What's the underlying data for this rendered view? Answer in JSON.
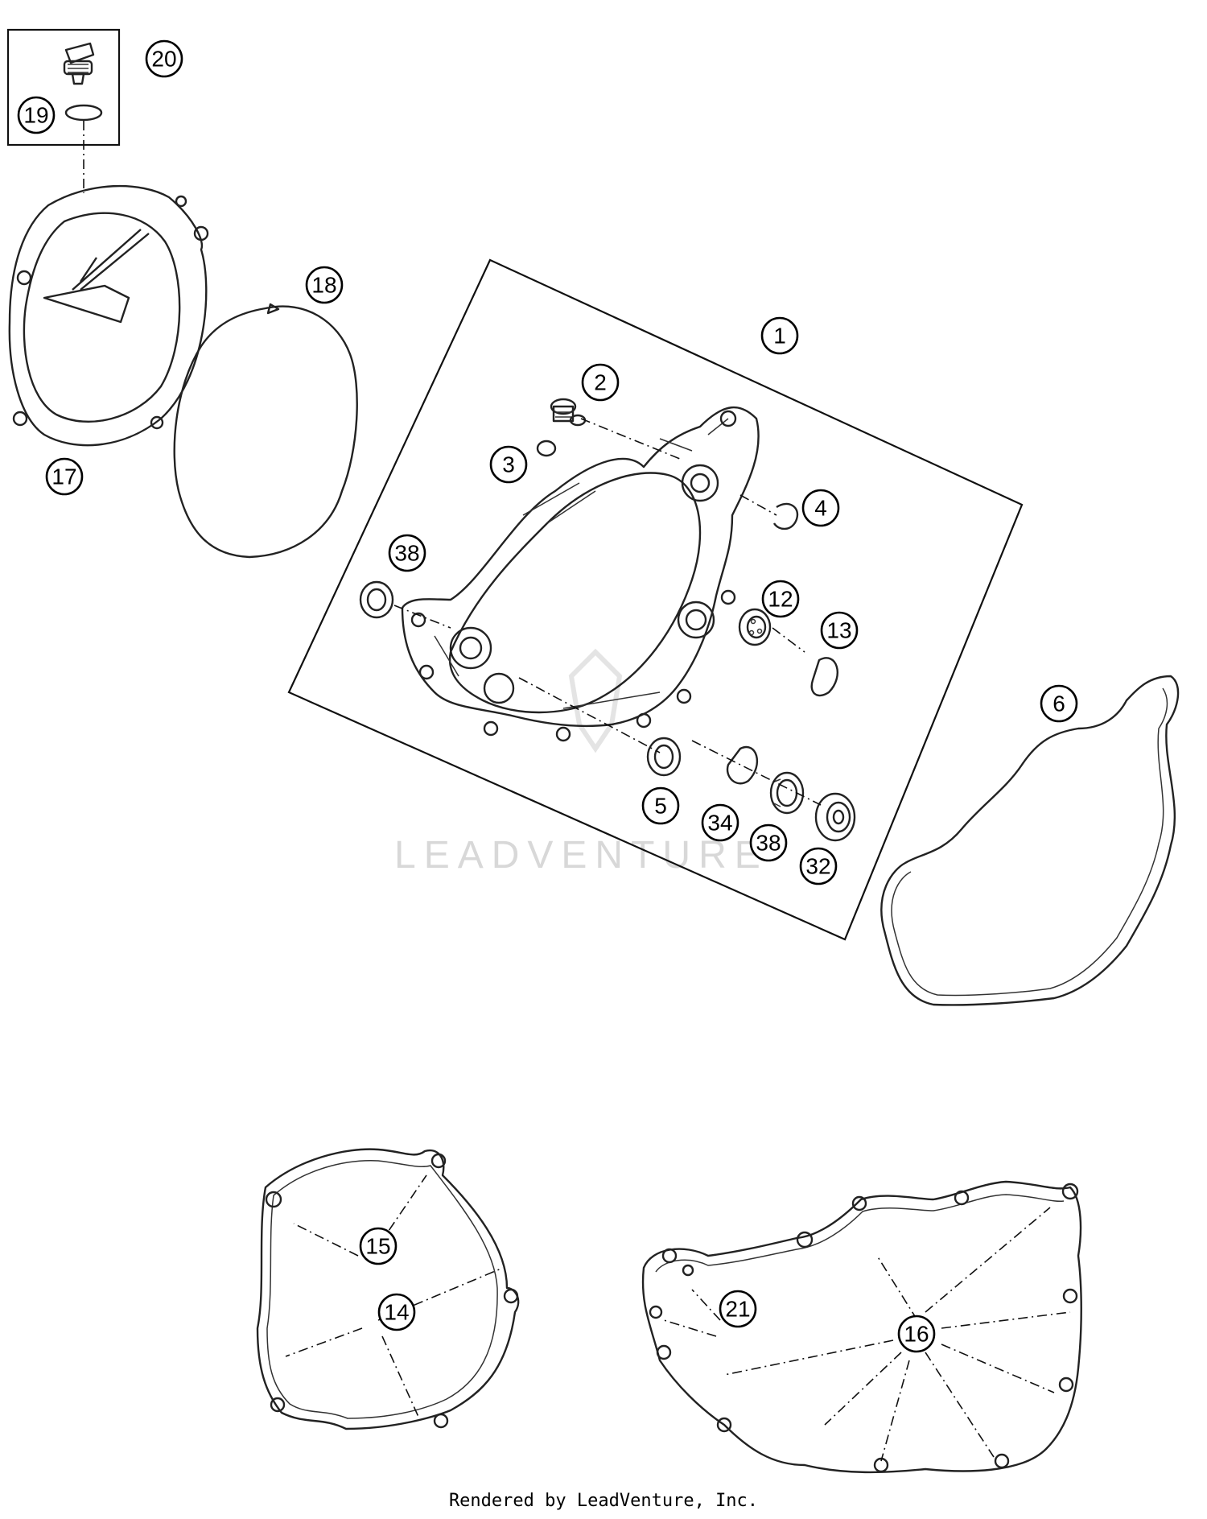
{
  "diagram": {
    "callouts": [
      "20",
      "19",
      "17",
      "18",
      "1",
      "2",
      "3",
      "4",
      "38",
      "12",
      "13",
      "6",
      "5",
      "34",
      "38",
      "32",
      "15",
      "14",
      "21",
      "16"
    ],
    "watermark": "LEADVENTURE",
    "footer": "Rendered by LeadVenture, Inc."
  }
}
